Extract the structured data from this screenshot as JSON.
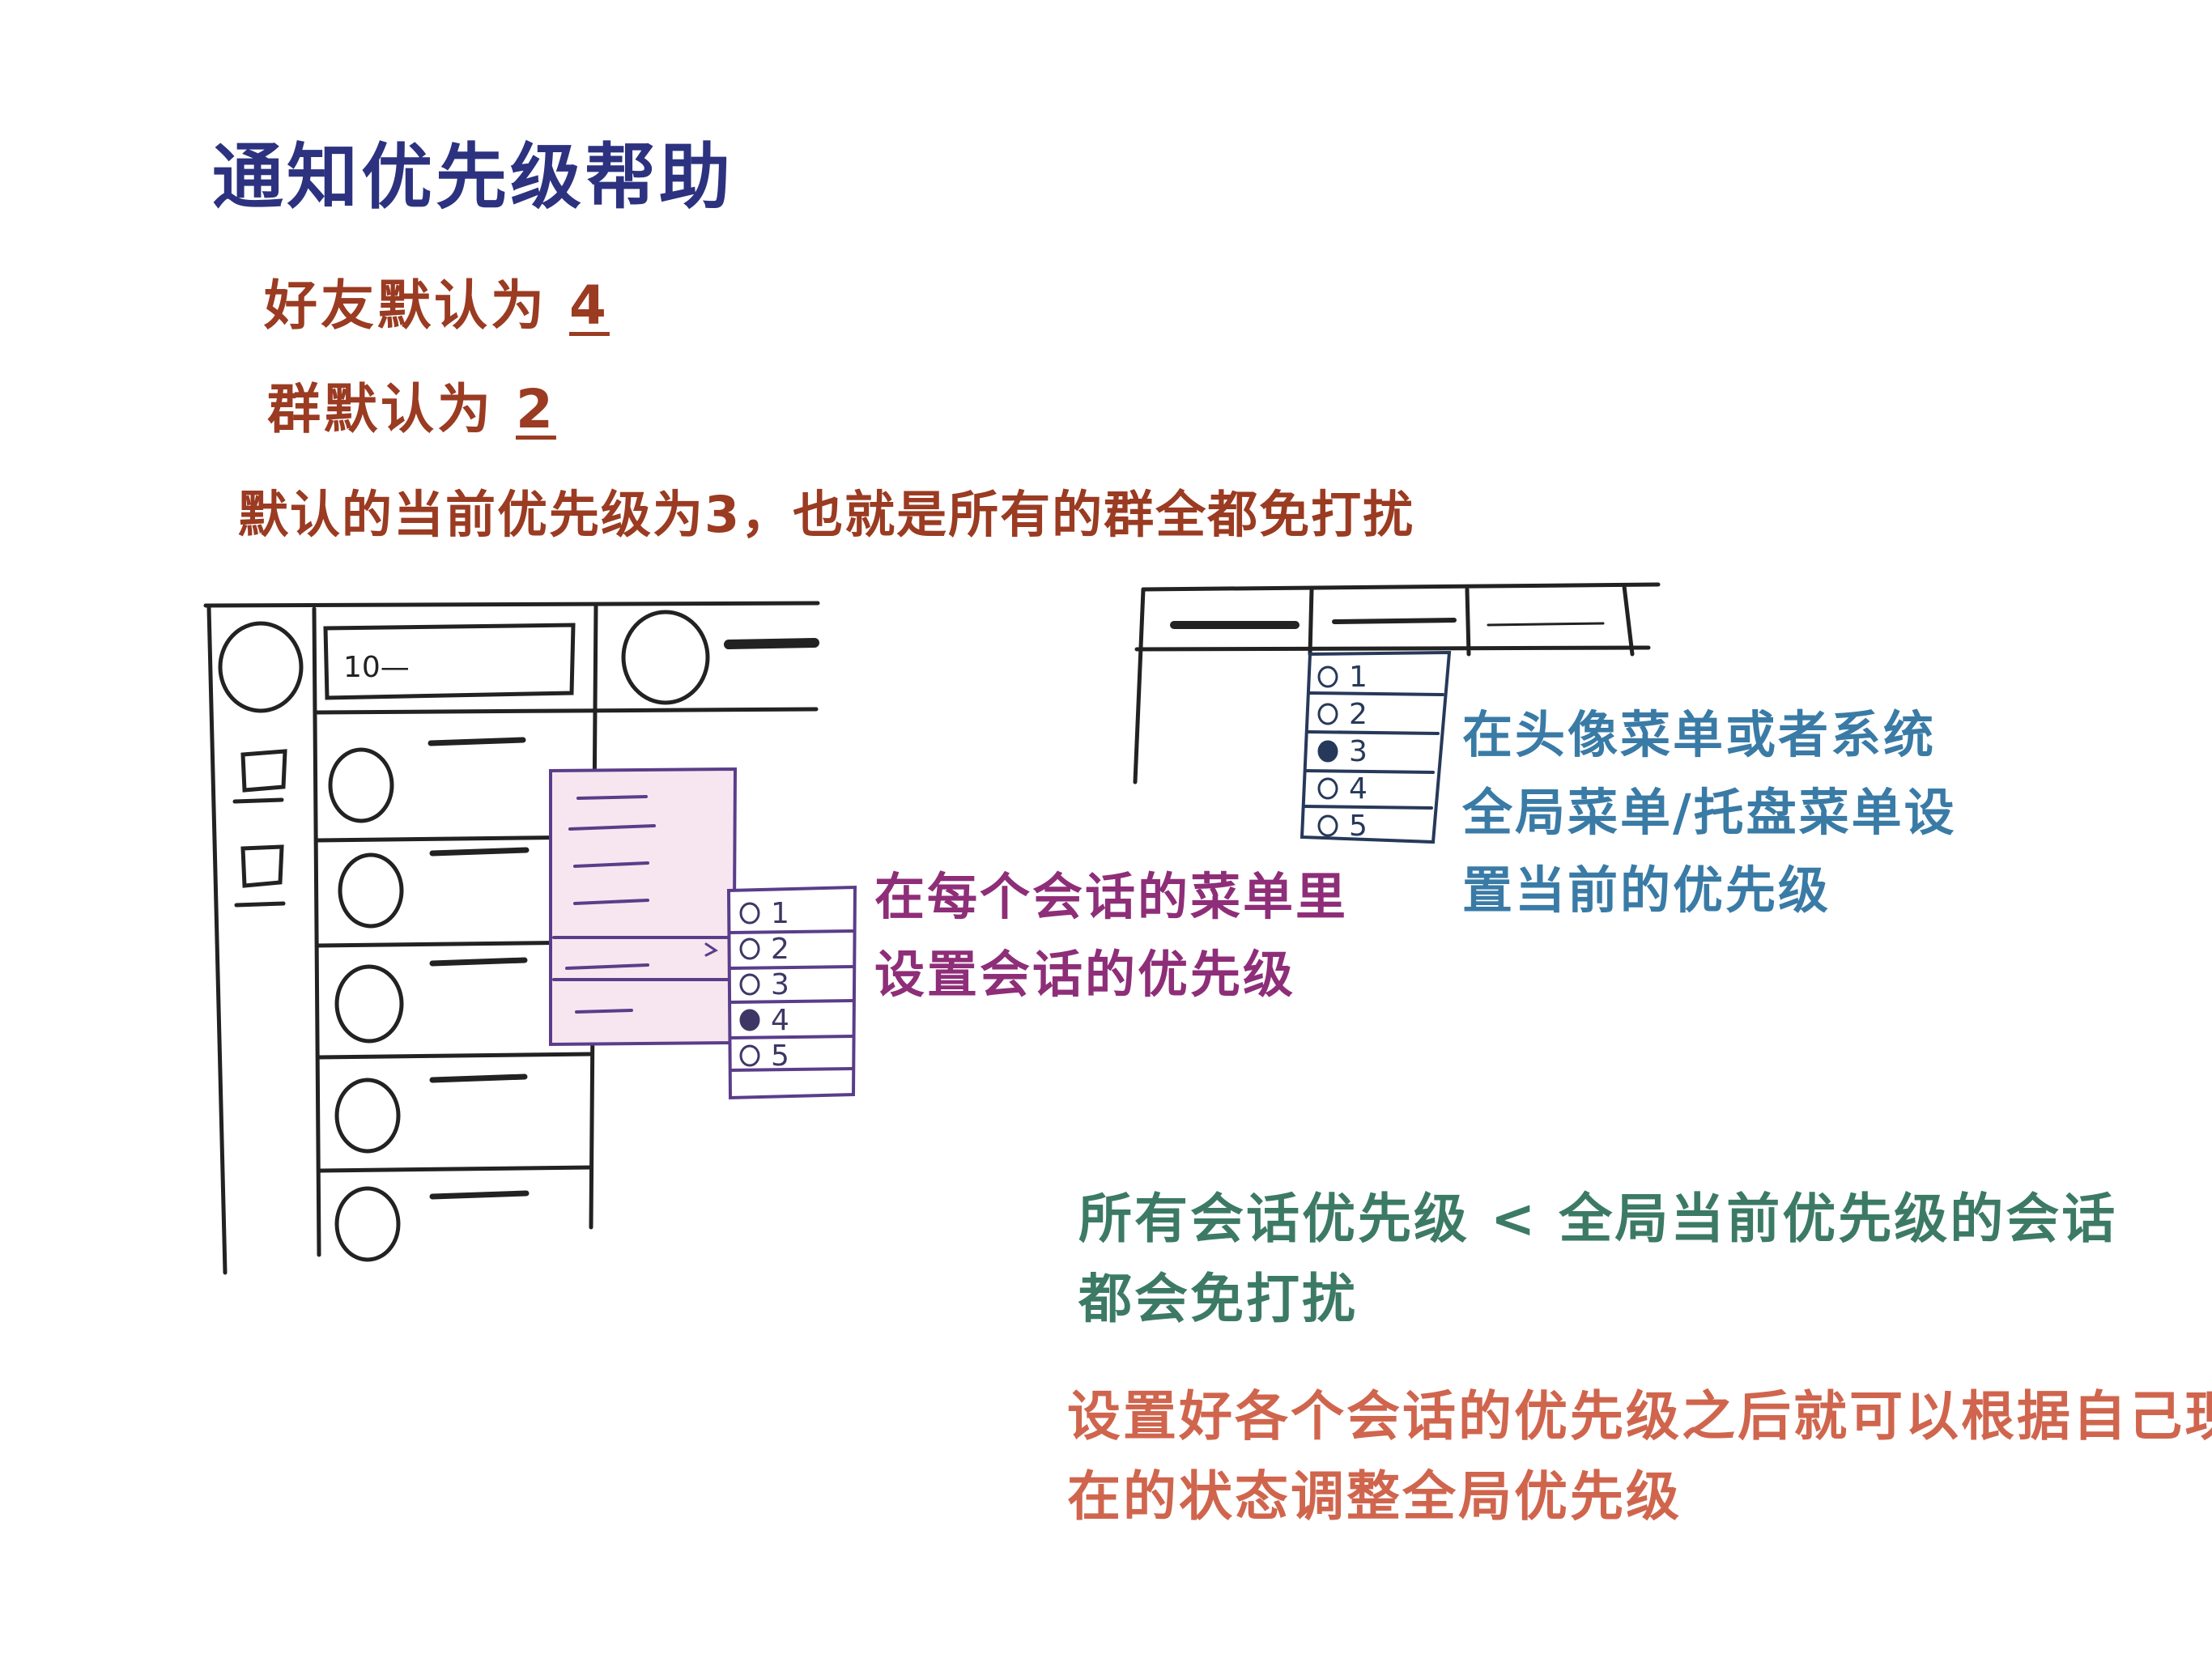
{
  "title": "通知优先级帮助",
  "defaults": {
    "friend_label": "好友默认为",
    "friend_value": "4",
    "group_label": "群默认为",
    "group_value": "2",
    "current_note": "默认的当前优先级为3，也就是所有的群全都免打扰"
  },
  "session_menu": {
    "search_value": "10—",
    "priority_options": [
      "1",
      "2",
      "3",
      "4",
      "5"
    ],
    "selected_priority": "4",
    "annotation": [
      "在每个会话的菜单里",
      "设置会话的优先级"
    ]
  },
  "global_menu": {
    "priority_options": [
      "1",
      "2",
      "3",
      "4",
      "5"
    ],
    "selected_priority": "3",
    "annotation": [
      "在头像菜单或者系统",
      "全局菜单/托盘菜单设",
      "置当前的优先级"
    ]
  },
  "rule_note": [
    "所有会话优先级 < 全局当前优先级的会话",
    "都会免打扰"
  ],
  "tip_note": [
    "设置好各个会话的优先级之后就可以根据自己现",
    "在的状态调整全局优先级"
  ],
  "colors": {
    "title": "#2c327f",
    "defaults": "#9a3b22",
    "session_annotation": "#8e2e78",
    "global_annotation": "#3a7ba6",
    "rule": "#3c7a66",
    "tip": "#d0654e",
    "menu_fill": "#f7e6ef",
    "menu_stroke": "#5a3d8a"
  }
}
